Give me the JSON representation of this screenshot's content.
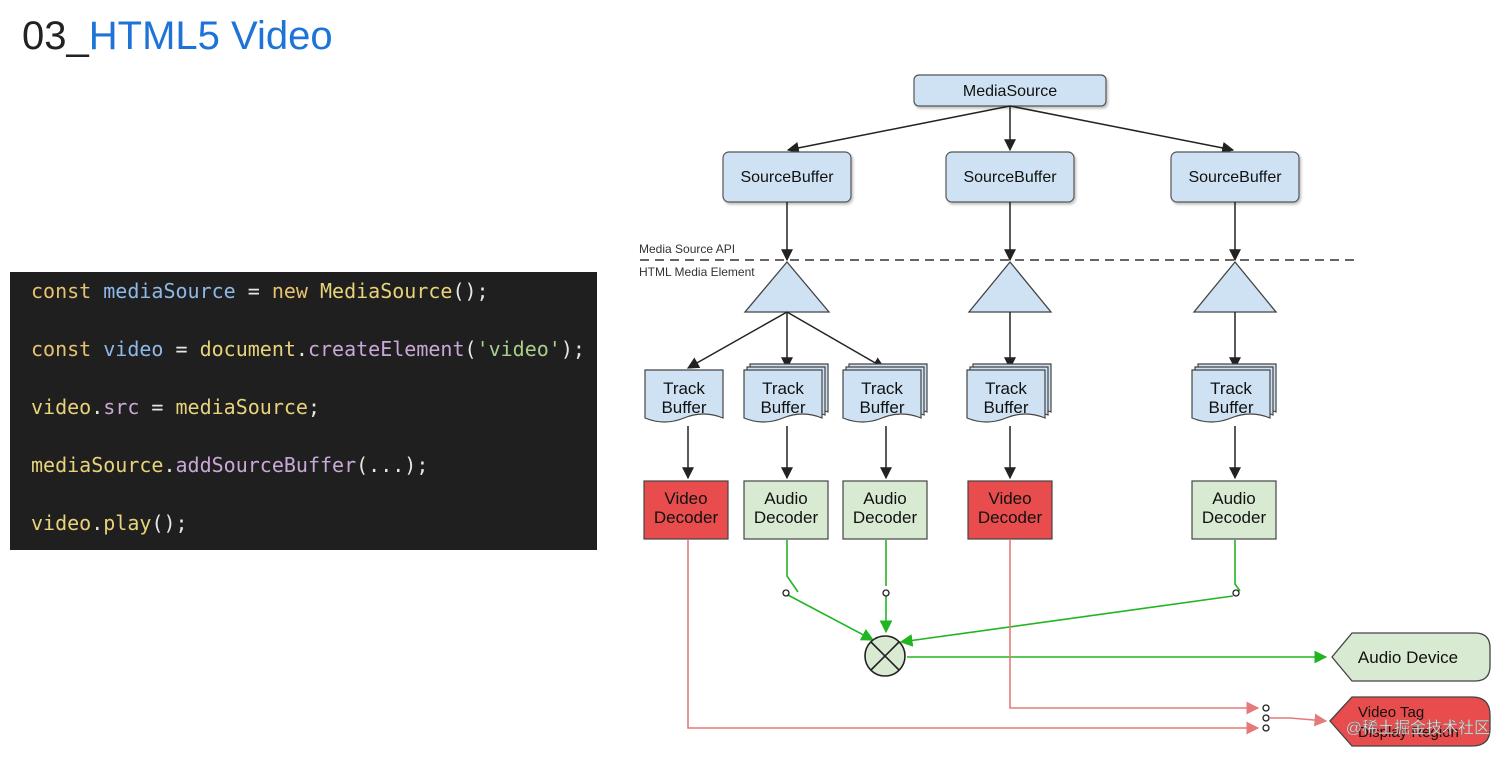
{
  "slide": {
    "title_number": "03_",
    "title_text": "HTML5 Video"
  },
  "code": {
    "lines": [
      [
        {
          "t": "const ",
          "c": "kw"
        },
        {
          "t": "mediaSource",
          "c": "var"
        },
        {
          "t": " = ",
          "c": "p"
        },
        {
          "t": "new ",
          "c": "kw"
        },
        {
          "t": "MediaSource",
          "c": "fn"
        },
        {
          "t": "();",
          "c": "p"
        }
      ],
      [
        {
          "t": "const ",
          "c": "kw"
        },
        {
          "t": "video",
          "c": "var"
        },
        {
          "t": " = ",
          "c": "p"
        },
        {
          "t": "document",
          "c": "fn"
        },
        {
          "t": ".",
          "c": "p"
        },
        {
          "t": "createElement",
          "c": "prop"
        },
        {
          "t": "(",
          "c": "p"
        },
        {
          "t": "'video'",
          "c": "str"
        },
        {
          "t": ");",
          "c": "p"
        }
      ],
      [
        {
          "t": "video",
          "c": "fn"
        },
        {
          "t": ".",
          "c": "p"
        },
        {
          "t": "src",
          "c": "prop"
        },
        {
          "t": " = ",
          "c": "p"
        },
        {
          "t": "mediaSource",
          "c": "fn"
        },
        {
          "t": ";",
          "c": "p"
        }
      ],
      [
        {
          "t": "mediaSource",
          "c": "fn"
        },
        {
          "t": ".",
          "c": "p"
        },
        {
          "t": "addSourceBuffer",
          "c": "prop"
        },
        {
          "t": "(...);",
          "c": "p"
        }
      ],
      [
        {
          "t": "video",
          "c": "fn"
        },
        {
          "t": ".",
          "c": "p"
        },
        {
          "t": "play",
          "c": "fn"
        },
        {
          "t": "();",
          "c": "p"
        }
      ]
    ]
  },
  "diagram": {
    "mediasource": "MediaSource",
    "sourcebuffer": "SourceBuffer",
    "api_label": "Media Source API",
    "element_label": "HTML Media Element",
    "track_buffer": [
      "Track",
      "Buffer"
    ],
    "video_decoder": [
      "Video",
      "Decoder"
    ],
    "audio_decoder": [
      "Audio",
      "Decoder"
    ],
    "audio_device": "Audio Device",
    "video_tag": [
      "Video Tag",
      "Display Region"
    ],
    "colors": {
      "box_fill": "#cfe2f3",
      "video_decoder": "#e84c4c",
      "audio_decoder": "#d9ead3",
      "audio_line": "#22b522",
      "video_line": "#e57a7a"
    }
  },
  "watermark": "@稀土掘金技术社区"
}
